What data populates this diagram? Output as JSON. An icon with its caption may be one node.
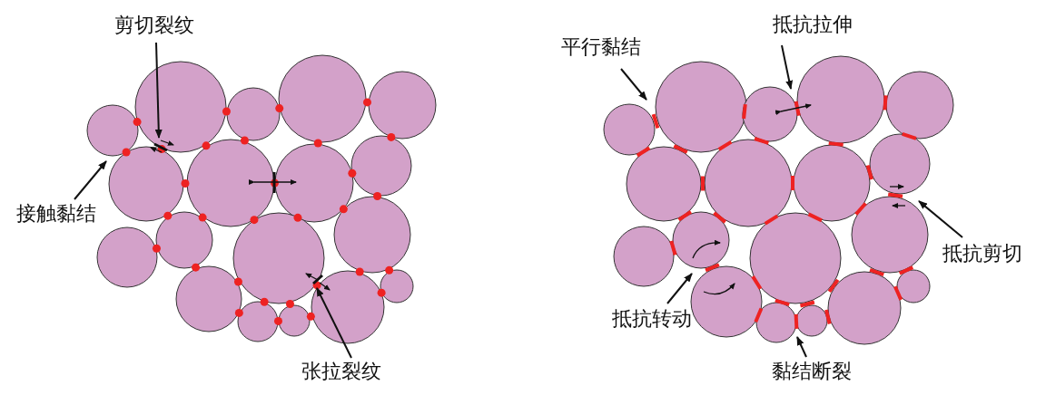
{
  "diagram": {
    "nodes": [
      {
        "text": [
          "剪切裂纹"
        ]
      },
      {
        "text": [
          "接触黏结"
        ]
      },
      {
        "text": [
          "张拉裂纹"
        ]
      },
      {
        "text": [
          "平行黏结"
        ]
      },
      {
        "text": [
          "抵抗拉伸"
        ]
      },
      {
        "text": [
          "抵抗剪切"
        ]
      },
      {
        "text": [
          "抵抗转动"
        ]
      },
      {
        "text": [
          "黏结断裂"
        ]
      }
    ],
    "edges": [
      {
        "from": 0,
        "to": null,
        "arrow": "to"
      },
      {
        "from": 1,
        "to": null,
        "arrow": "to"
      },
      {
        "from": 2,
        "to": null,
        "arrow": "to"
      },
      {
        "from": 3,
        "to": null,
        "arrow": "to"
      },
      {
        "from": 4,
        "to": null,
        "arrow": "to"
      },
      {
        "from": 5,
        "to": null,
        "arrow": "to"
      },
      {
        "from": 6,
        "to": null,
        "arrow": "to"
      },
      {
        "from": 7,
        "to": null,
        "arrow": "to"
      }
    ]
  }
}
